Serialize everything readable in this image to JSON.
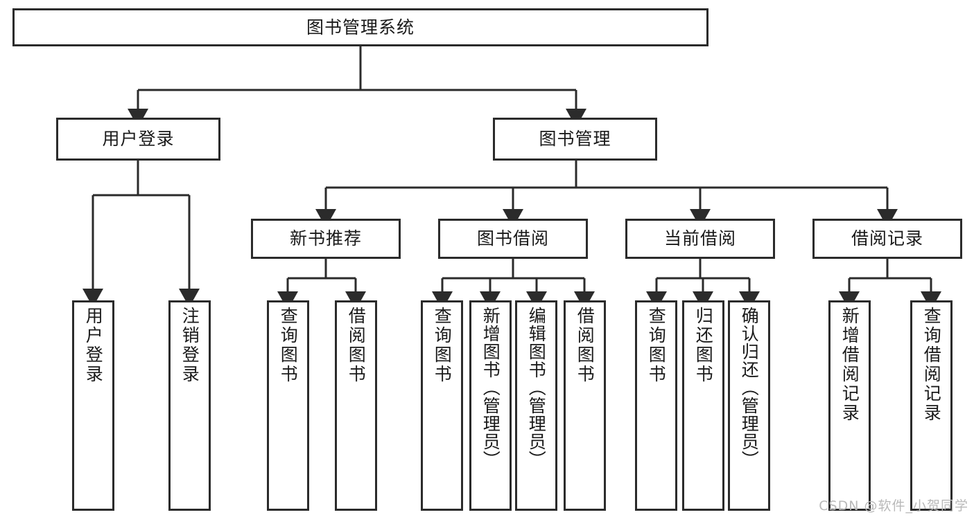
{
  "diagram": {
    "title": "图书管理系统",
    "type": "hierarchy-tree",
    "watermark": "CSDN @软件_小贺同学",
    "colors": {
      "stroke": "#2b2b2b",
      "box_fill": "#ffffff",
      "text": "#1a1a1a",
      "background": "#ffffff",
      "watermark": "#b9b9b9"
    },
    "nodes": {
      "root": {
        "label": "图书管理系统"
      },
      "level2": [
        {
          "label": "用户登录"
        },
        {
          "label": "图书管理"
        }
      ],
      "level3": [
        {
          "label": "新书推荐"
        },
        {
          "label": "图书借阅"
        },
        {
          "label": "当前借阅"
        },
        {
          "label": "借阅记录"
        }
      ],
      "leaves": {
        "user_login": [
          {
            "label": "用户登录"
          },
          {
            "label": "注销登录"
          }
        ],
        "new_book_recommend": [
          {
            "label": "查询图书"
          },
          {
            "label": "借阅图书"
          }
        ],
        "book_borrow": [
          {
            "label": "查询图书"
          },
          {
            "label": "新增图书（管理员）"
          },
          {
            "label": "编辑图书（管理员）"
          },
          {
            "label": "借阅图书"
          }
        ],
        "current_borrow": [
          {
            "label": "查询图书"
          },
          {
            "label": "归还图书"
          },
          {
            "label": "确认归还（管理员）"
          }
        ],
        "borrow_record": [
          {
            "label": "新增借阅记录"
          },
          {
            "label": "查询借阅记录"
          }
        ]
      }
    }
  }
}
